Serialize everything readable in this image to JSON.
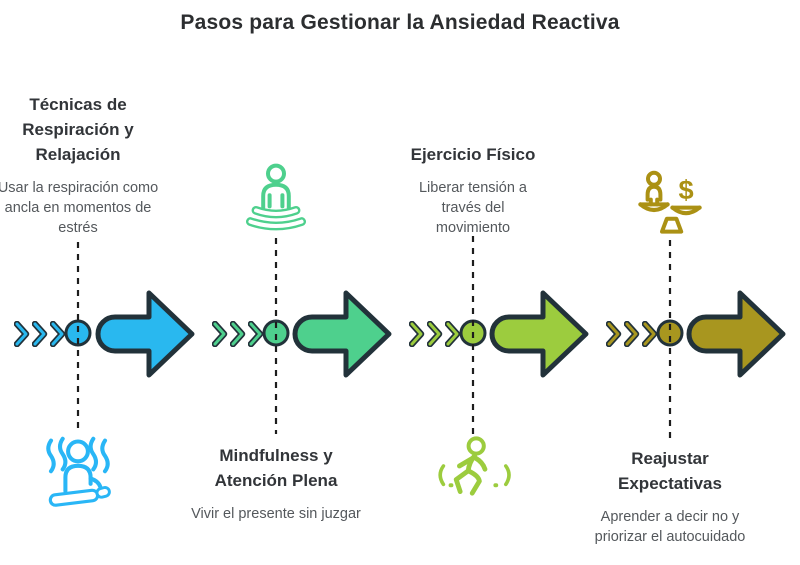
{
  "title": "Pasos para Gestionar la Ansiedad Reactiva",
  "colors": {
    "outline": "#22323a",
    "guide_line": "#1d1d1d",
    "background": "#ffffff"
  },
  "steps": [
    {
      "title": "Técnicas de Respiración y Relajación",
      "description": "Usar la respiración como ancla en momentos de estrés",
      "color": "#29b8ef",
      "icon_color": "#29b6f6",
      "icon": "stressed-person-icon",
      "text_position": "top",
      "icon_position": "bottom"
    },
    {
      "title": "Mindfulness y Atención Plena",
      "description": "Vivir el presente sin juzgar",
      "color": "#4ed08d",
      "icon_color": "#4ed08d",
      "icon": "meditation-person-icon",
      "text_position": "bottom",
      "icon_position": "top"
    },
    {
      "title": "Ejercicio Físico",
      "description": "Liberar tensión a través del movimiento",
      "color": "#9ccc3e",
      "icon_color": "#9ccc3e",
      "icon": "runner-icon",
      "text_position": "top",
      "icon_position": "bottom"
    },
    {
      "title": "Reajustar Expectativas",
      "description": "Aprender a decir no y priorizar el autocuidado",
      "color": "#a8961f",
      "icon_color": "#ab9114",
      "icon": "work-life-balance-icon",
      "text_position": "bottom",
      "icon_position": "top"
    }
  ]
}
